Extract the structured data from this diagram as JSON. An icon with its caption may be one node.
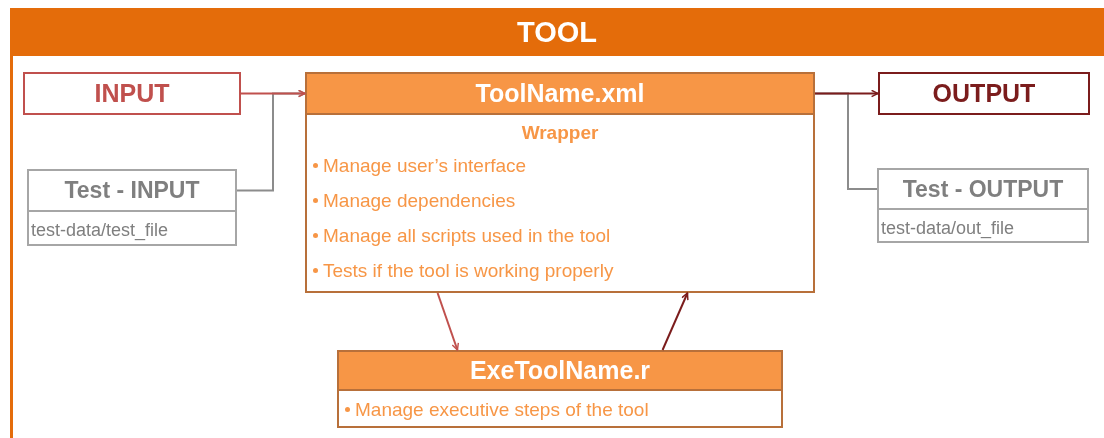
{
  "diagram": {
    "nodes": [
      {
        "text": [
          "TOOL"
        ]
      },
      {
        "text": [
          "INPUT"
        ],
        "in": 0
      },
      {
        "text": [
          "ToolName.xml",
          "Wrapper",
          "Manage user’s interface",
          "Manage dependencies",
          "Manage all scripts used in the tool",
          "Tests if the tool is working properly"
        ],
        "in": 0
      },
      {
        "text": [
          "OUTPUT"
        ],
        "in": 0
      },
      {
        "text": [
          "Test - INPUT",
          "test-data/test_file"
        ],
        "in": 0
      },
      {
        "text": [
          "Test - OUTPUT",
          "test-data/out_file"
        ],
        "in": 0
      },
      {
        "text": [
          "ExeToolName.r",
          "Manage executive steps of the tool"
        ],
        "in": 0
      }
    ],
    "edges": [
      {
        "from": 4,
        "to": 2,
        "arrow": "to",
        "color": "#8c8c8c"
      },
      {
        "from": 1,
        "to": 2,
        "arrow": "to",
        "color": "#c0504d"
      },
      {
        "from": 2,
        "to": 3,
        "arrow": "to",
        "color": "#7b1c1c"
      },
      {
        "from": 2,
        "to": 5,
        "arrow": "none",
        "color": "#8c8c8c"
      },
      {
        "from": 2,
        "to": 6,
        "arrow": "to",
        "color": "#c0504d"
      },
      {
        "from": 6,
        "to": 2,
        "arrow": "to",
        "color": "#7b1c1c"
      }
    ]
  }
}
